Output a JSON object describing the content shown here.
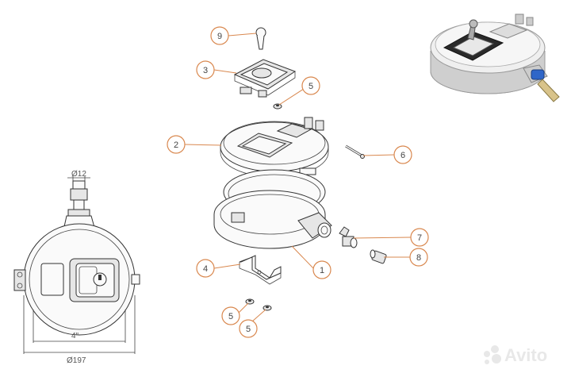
{
  "callouts": [
    {
      "id": "c9",
      "label": "9"
    },
    {
      "id": "c3",
      "label": "3"
    },
    {
      "id": "c5a",
      "label": "5"
    },
    {
      "id": "c2",
      "label": "2"
    },
    {
      "id": "c6",
      "label": "6"
    },
    {
      "id": "c7",
      "label": "7"
    },
    {
      "id": "c8",
      "label": "8"
    },
    {
      "id": "c4",
      "label": "4"
    },
    {
      "id": "c1",
      "label": "1"
    },
    {
      "id": "c5b",
      "label": "5"
    },
    {
      "id": "c5c",
      "label": "5"
    }
  ],
  "dimensions": {
    "pipe_diameter": "Ø12",
    "inner_size": "4\"",
    "outer_diameter": "Ø197"
  },
  "watermark": "Avito",
  "colors": {
    "leader": "#d9884f",
    "valve_handle": "#2f66c8",
    "brass": "#d8c38a"
  }
}
